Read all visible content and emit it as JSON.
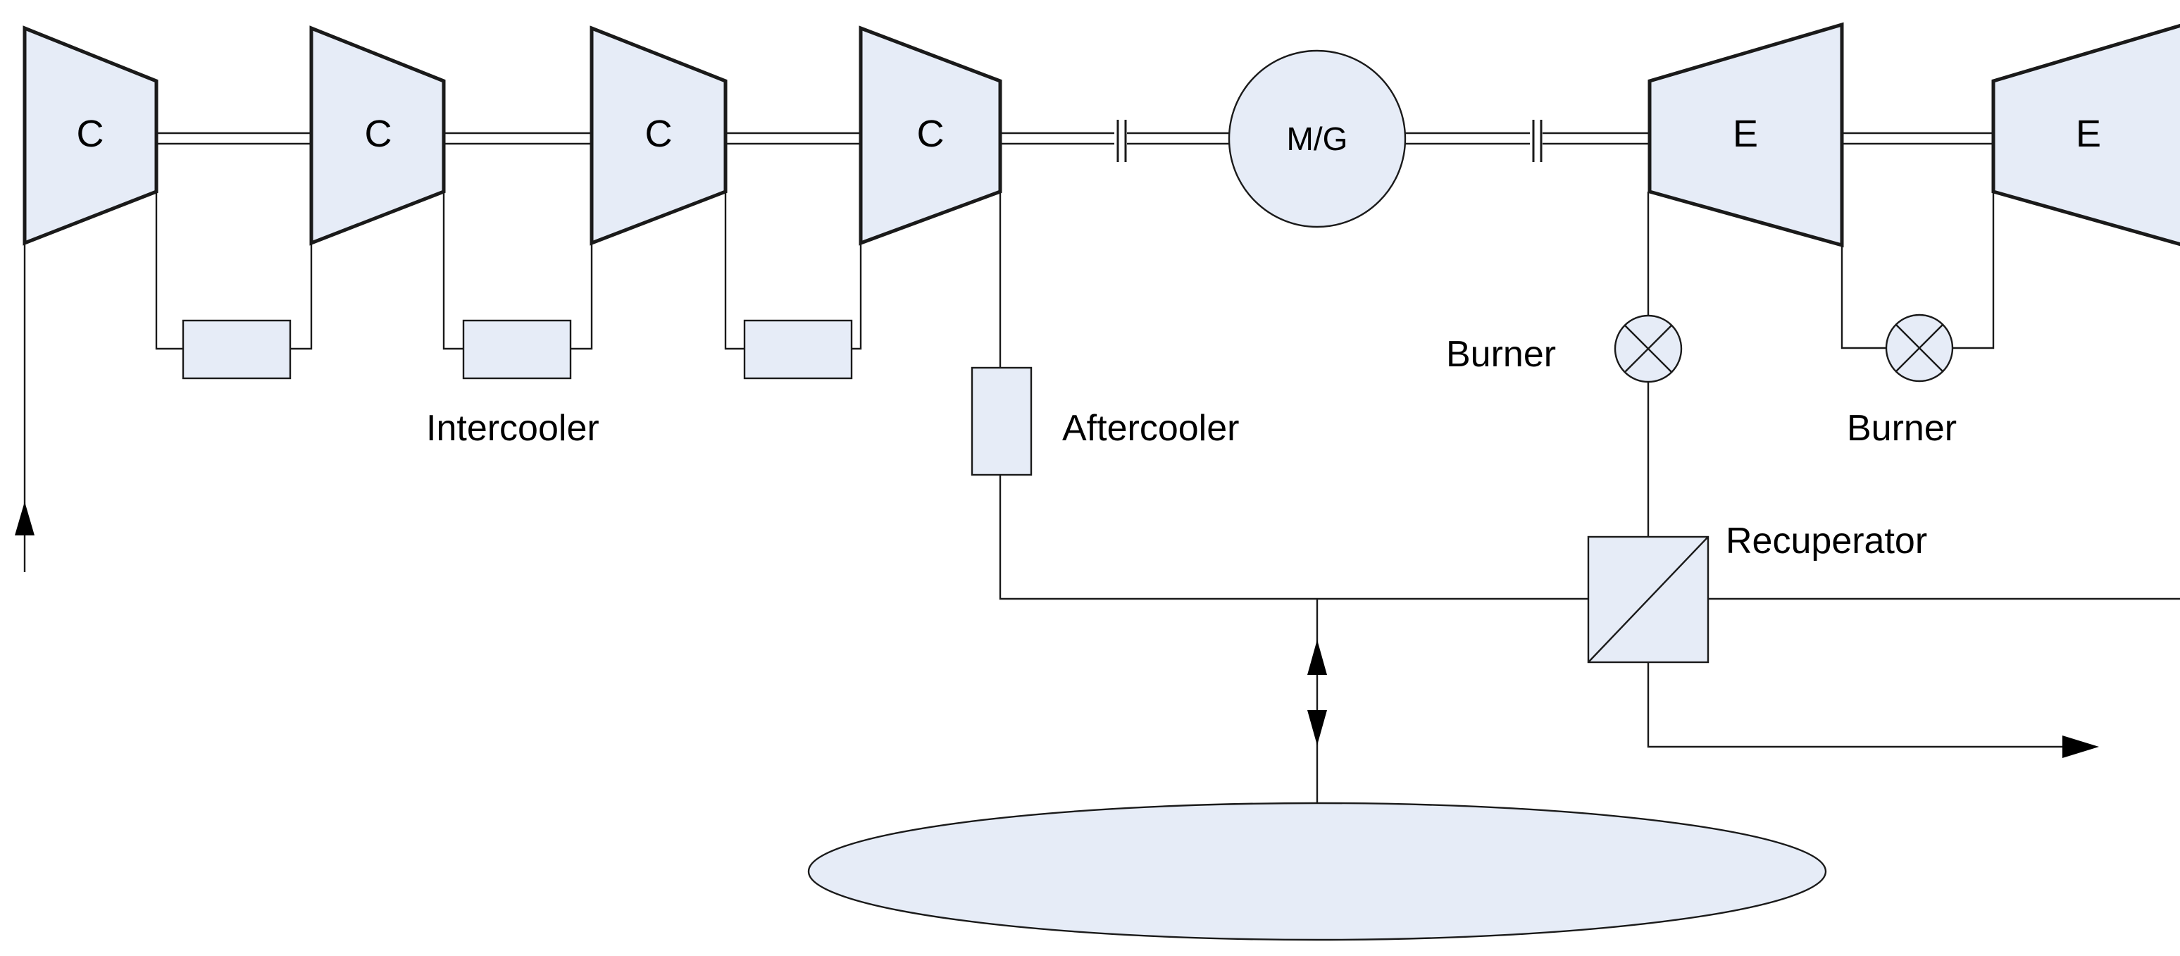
{
  "diagram": {
    "compressor_label": "C",
    "expander_label": "E",
    "motor_generator_label": "M/G",
    "intercooler_label": "Intercooler",
    "aftercooler_label": "Aftercooler",
    "burner_label": "Burner",
    "recuperator_label": "Recuperator",
    "colors": {
      "component_fill": "#e6ecf7",
      "line": "#1a1a1a"
    }
  }
}
